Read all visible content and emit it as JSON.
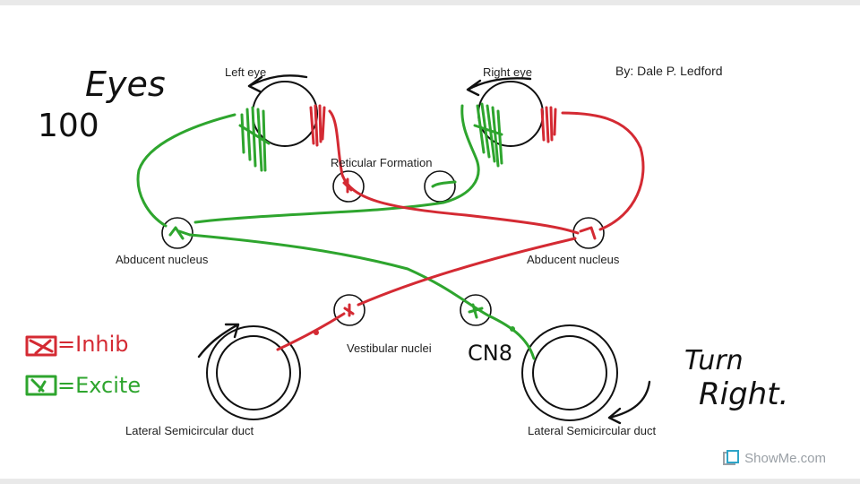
{
  "labels": {
    "left_eye": "Left eye",
    "right_eye": "Right eye",
    "author": "By: Dale P. Ledford",
    "reticular": "Reticular Formation",
    "abducent_left": "Abducent nucleus",
    "abducent_right": "Abducent nucleus",
    "vestibular": "Vestibular nuclei",
    "duct_left": "Lateral Semicircular duct",
    "duct_right": "Lateral Semicircular duct"
  },
  "handwriting": {
    "eyes": "Eyes",
    "count": "100",
    "cn8": "CN8",
    "turn": "Turn",
    "right": "Right.",
    "inhib": "=Inhib",
    "excite": "=Excite"
  },
  "brand": {
    "name": "ShowMe.com"
  },
  "colors": {
    "inhibit": "#d42a33",
    "excite": "#2ea52e",
    "ink": "#111111",
    "brand": "#9aa0a6"
  }
}
